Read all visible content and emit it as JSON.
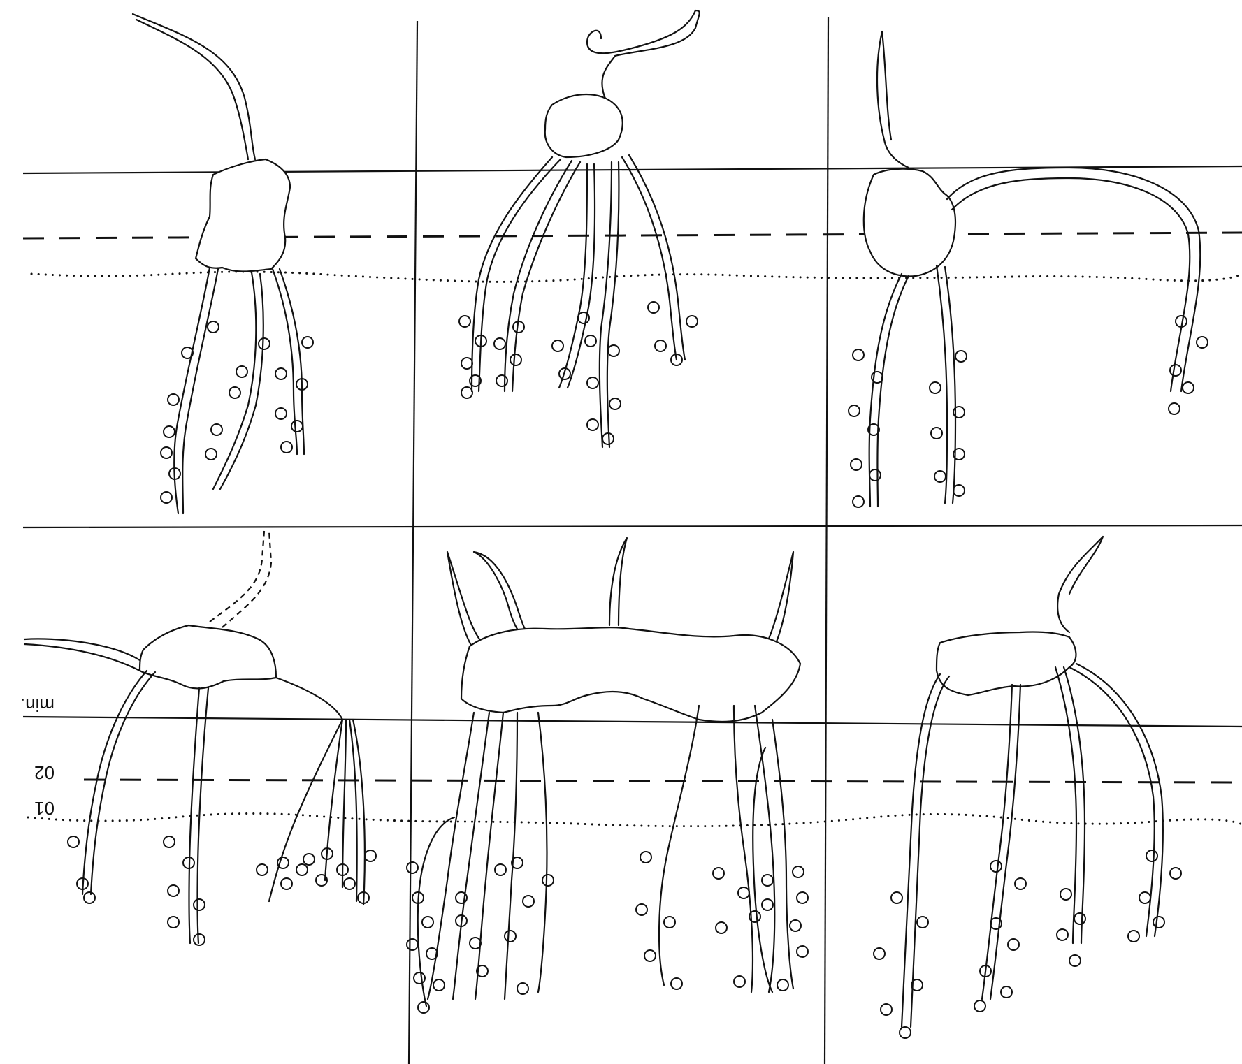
{
  "labels": {
    "min": "min.",
    "level_02": "02",
    "level_01": "01"
  },
  "colors": {
    "ink": "#111111",
    "background": "#ffffff"
  },
  "panels": [
    {
      "id": "panel-1"
    },
    {
      "id": "panel-2"
    },
    {
      "id": "panel-3"
    },
    {
      "id": "panel-4"
    },
    {
      "id": "panel-5"
    },
    {
      "id": "panel-6"
    }
  ]
}
